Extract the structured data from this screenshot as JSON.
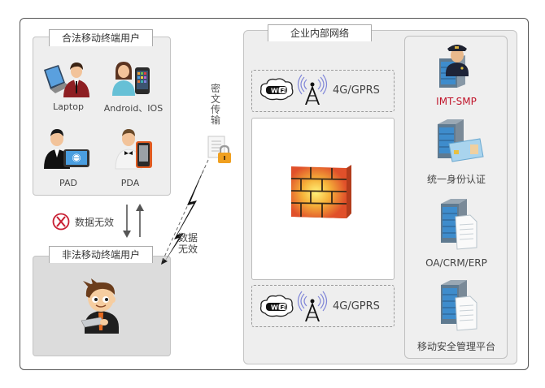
{
  "legal_users": {
    "title": "合法移动终端用户",
    "devices": [
      {
        "label": "Laptop",
        "icon": "laptop-user-icon"
      },
      {
        "label": "Android、IOS",
        "icon": "smartphone-user-icon"
      },
      {
        "label": "PAD",
        "icon": "tablet-user-icon"
      },
      {
        "label": "PDA",
        "icon": "pda-user-icon"
      }
    ]
  },
  "invalid_data_label": "数据无效",
  "illegal_users": {
    "title": "非法移动终端用户",
    "icon": "hacker-user-icon"
  },
  "encrypted_transfer": {
    "label": "密文传输",
    "icon": "encrypted-document-lock-icon"
  },
  "lightning_invalid_label": "数据无效",
  "enterprise_network": {
    "title": "企业内部网络",
    "top_access": {
      "wifi": "WiFi",
      "network": "4G/GPRS"
    },
    "firewall_icon": "firewall-icon",
    "bottom_access": {
      "wifi": "WiFi",
      "network": "4G/GPRS"
    },
    "servers": [
      {
        "label": "IMT-SMP",
        "icon": "guard-server-icon",
        "highlight": true
      },
      {
        "label": "统一身份认证",
        "icon": "id-card-server-icon",
        "highlight": false
      },
      {
        "label": "OA/CRM/ERP",
        "icon": "document-server-icon",
        "highlight": false
      },
      {
        "label": "移动安全管理平台",
        "icon": "document-server-icon",
        "highlight": false
      }
    ]
  },
  "colors": {
    "highlight_red": "#c0142a",
    "panel_gray": "#eeeeee",
    "illegal_panel_gray": "#dcdcdc",
    "wifi_wave_blue": "#7a7fd0"
  }
}
